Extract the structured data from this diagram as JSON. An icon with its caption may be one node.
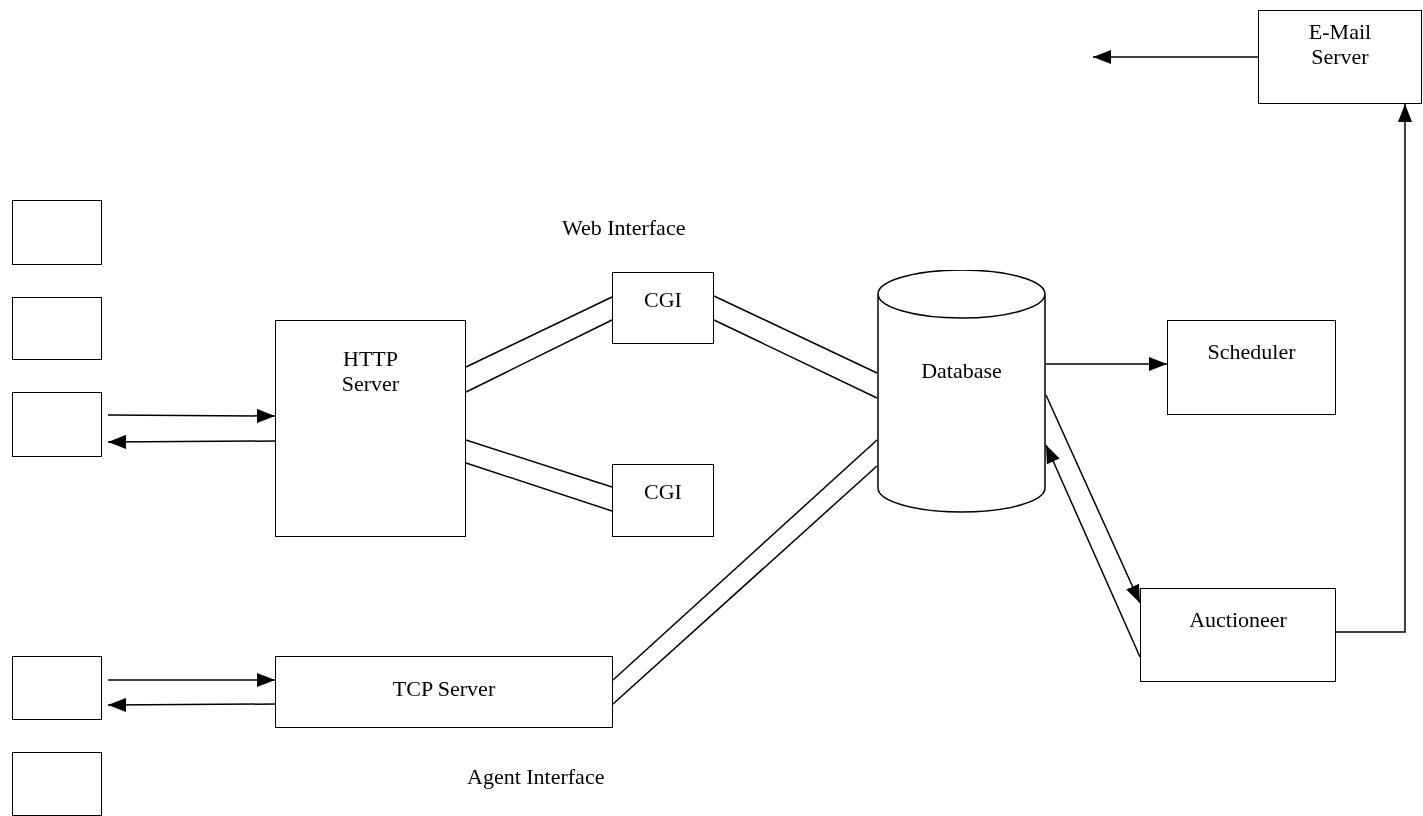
{
  "diagram": {
    "nodes": [
      {
        "text": [],
        "shape": "box"
      },
      {
        "text": [],
        "shape": "box"
      },
      {
        "text": [],
        "shape": "box"
      },
      {
        "text": [],
        "shape": "box"
      },
      {
        "text": [],
        "shape": "box"
      },
      {
        "text": [
          "HTTP Server"
        ]
      },
      {
        "text": [
          "CGI"
        ]
      },
      {
        "text": [
          "CGI"
        ]
      },
      {
        "text": [
          "TCP Server"
        ]
      },
      {
        "text": [
          "Database"
        ]
      },
      {
        "text": [
          "Scheduler"
        ]
      },
      {
        "text": [
          "Auctioneer"
        ]
      },
      {
        "text": [
          "E-Mail Server"
        ]
      }
    ],
    "edges": [
      {
        "from": 2,
        "to": 5,
        "arrow": "to"
      },
      {
        "from": 5,
        "to": 2,
        "arrow": "to"
      },
      {
        "from": 3,
        "to": 8,
        "arrow": "to"
      },
      {
        "from": 8,
        "to": 3,
        "arrow": "to"
      },
      {
        "from": 5,
        "to": 6,
        "arrow": "none"
      },
      {
        "from": 5,
        "to": 6,
        "arrow": "none"
      },
      {
        "from": 5,
        "to": 7,
        "arrow": "none"
      },
      {
        "from": 5,
        "to": 7,
        "arrow": "none"
      },
      {
        "from": 6,
        "to": 9,
        "arrow": "none"
      },
      {
        "from": 6,
        "to": 9,
        "arrow": "none"
      },
      {
        "from": 8,
        "to": 9,
        "arrow": "none"
      },
      {
        "from": 8,
        "to": 9,
        "arrow": "none"
      },
      {
        "from": 9,
        "to": 10,
        "arrow": "to"
      },
      {
        "from": 9,
        "to": 11,
        "arrow": "to"
      },
      {
        "from": 11,
        "to": 9,
        "arrow": "to"
      },
      {
        "from": 11,
        "to": 12,
        "arrow": "to"
      },
      {
        "from": 12,
        "to": null,
        "arrow": "to"
      }
    ],
    "labels": [
      "Web Interface",
      "Agent Interface"
    ]
  }
}
